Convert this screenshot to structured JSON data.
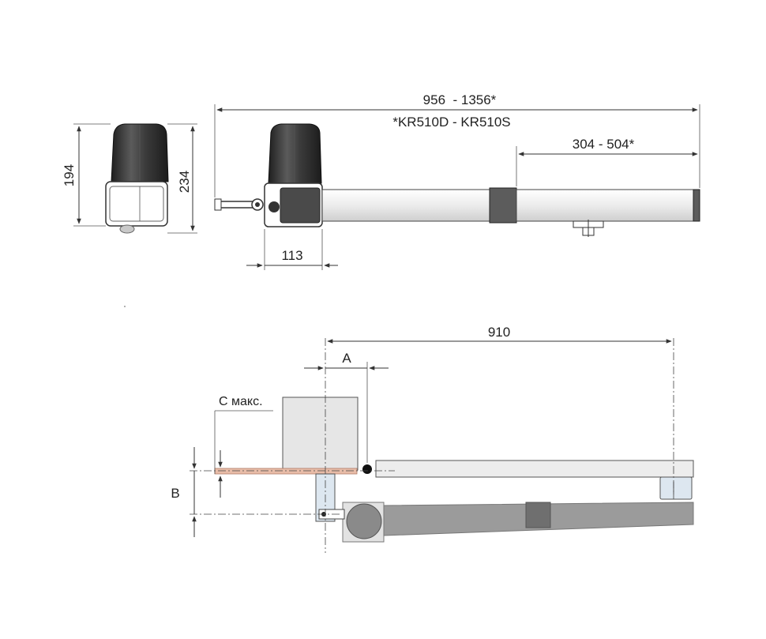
{
  "dimensions": {
    "side_height_motor": "194",
    "side_height_total": "234",
    "total_length": "956  - 1356*",
    "model_note": "*KR510D - KR510S",
    "stroke_length": "304 - 504*",
    "motor_width": "113",
    "install_span": "910",
    "label_a": "A",
    "label_b": "B",
    "label_c": "C макс."
  },
  "colors": {
    "body_grey": "#8a8a8a",
    "rod_light": "#e9e9e9",
    "cover_dark": "#3a3a3a",
    "gate_fill": "#ececec",
    "pillar_fill": "#e4e4e4",
    "bracket_blue": "#dbe6f0",
    "c_band": "#e8b9a8"
  }
}
